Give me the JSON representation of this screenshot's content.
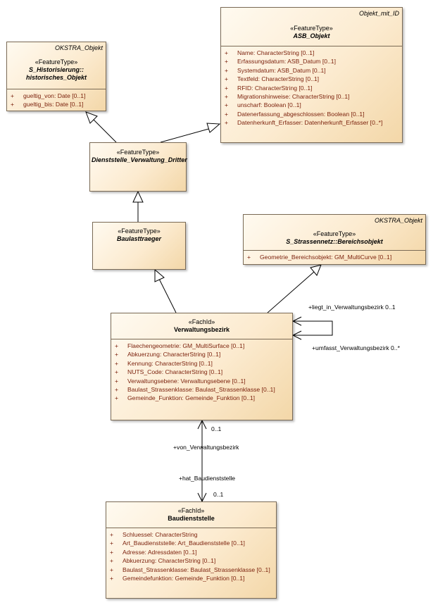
{
  "classes": {
    "s_historisierung": {
      "namespace": "OKSTRA_Objekt",
      "stereotype": "«FeatureType»",
      "name_line1": "S_Historisierung::",
      "name_line2": "historisches_Objekt",
      "attributes": [
        "gueltig_von: Date [0..1]",
        "gueltig_bis: Date [0..1]"
      ]
    },
    "asb_objekt": {
      "namespace": "Objekt_mit_ID",
      "stereotype": "«FeatureType»",
      "name": "ASB_Objekt",
      "attributes": [
        "Name: CharacterString [0..1]",
        "Erfassungsdatum: ASB_Datum [0..1]",
        "Systemdatum: ASB_Datum [0..1]",
        "Textfeld: CharacterString [0..1]",
        "RFID: CharacterString [0..1]",
        "Migrationshinweise: CharacterString [0..1]",
        "unscharf: Boolean [0..1]",
        "Datenerfassung_abgeschlossen: Boolean [0..1]",
        "Datenherkunft_Erfasser: Datenherkunft_Erfasser [0..*]"
      ]
    },
    "dienststelle": {
      "stereotype": "«FeatureType»",
      "name": "Dienststelle_Verwaltung_Dritter"
    },
    "baulasttraeger": {
      "stereotype": "«FeatureType»",
      "name": "Baulasttraeger"
    },
    "bereichsobjekt": {
      "namespace": "OKSTRA_Objekt",
      "stereotype": "«FeatureType»",
      "name": "S_Strassennetz::Bereichsobjekt",
      "attributes": [
        "Geometrie_Bereichsobjekt: GM_MultiCurve [0..1]"
      ]
    },
    "verwaltungsbezirk": {
      "stereotype": "«FachId»",
      "name": "Verwaltungsbezirk",
      "attributes": [
        "Flaechengeometrie: GM_MultiSurface [0..1]",
        "Abkuerzung: CharacterString [0..1]",
        "Kennung: CharacterString [0..1]",
        "NUTS_Code: CharacterString [0..1]",
        "Verwaltungsebene: Verwaltungsebene [0..1]",
        "Baulast_Strassenklasse: Baulast_Strassenklasse [0..1]",
        "Gemeinde_Funktion: Gemeinde_Funktion [0..1]"
      ]
    },
    "baudienststelle": {
      "stereotype": "«FachId»",
      "name": "Baudienststelle",
      "attributes": [
        "Schluessel: CharacterString",
        "Art_Baudienststelle: Art_Baudienststelle [0..1]",
        "Adresse: Adressdaten [0..1]",
        "Abkuerzung: CharacterString [0..1]",
        "Baulast_Strassenklasse: Baulast_Strassenklasse [0..1]",
        "Gemeindefunktion: Gemeinde_Funktion [0..1]"
      ]
    }
  },
  "associations": {
    "self_top": "+liegt_in_Verwaltungsbezirk 0..1",
    "self_bottom": "+umfasst_Verwaltungsbezirk 0..*",
    "upper_mult": "0..1",
    "upper_role": "+von_Verwaltungsbezirk",
    "lower_role": "+hat_Baudienststelle",
    "lower_mult": "0..1"
  }
}
